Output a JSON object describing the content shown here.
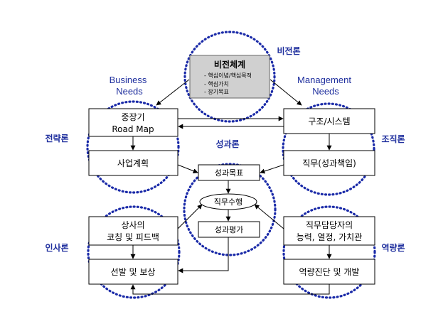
{
  "colors": {
    "circle": "#1a2aa8",
    "label": "#1f2f9e",
    "line": "#000000",
    "vision_fill": "#d0d0d0"
  },
  "vision": {
    "label": "비전론",
    "title": "비전체계",
    "items": [
      "- 핵심이념/핵심목적",
      "- 핵심가치",
      "- 장기목표"
    ]
  },
  "needs": {
    "business": [
      "Business",
      "Needs"
    ],
    "management": [
      "Management",
      "Needs"
    ]
  },
  "strategy": {
    "label": "전략론",
    "box1": [
      "중장기",
      "Road Map"
    ],
    "box2": "사업계획"
  },
  "organization": {
    "label": "조직론",
    "box1": "구조/시스템",
    "box2": "직무(성과책임)"
  },
  "performance": {
    "label": "성과론",
    "goal": "성과목표",
    "execution": "직무수행",
    "evaluation": "성과평가"
  },
  "hr": {
    "label": "인사론",
    "box1": [
      "상사의",
      "코칭 및 피드백"
    ],
    "box2": "선발 및 보상"
  },
  "competency": {
    "label": "역량론",
    "box1": [
      "직무담당자의",
      "능력, 열정, 가치관"
    ],
    "box2": "역량진단 및 개발"
  }
}
